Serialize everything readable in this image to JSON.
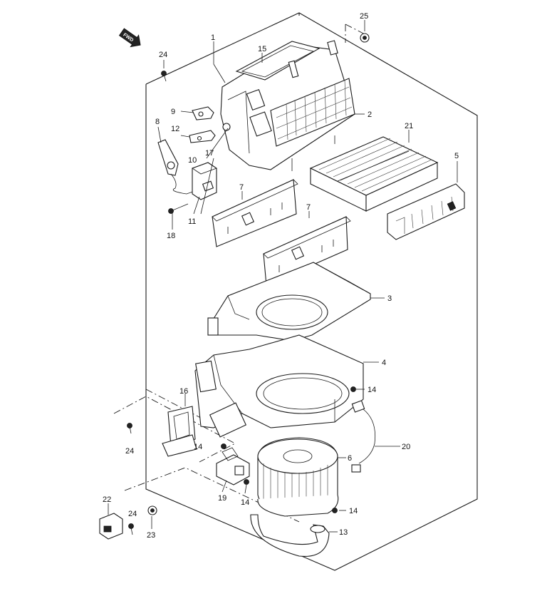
{
  "direction_badge": {
    "label": "FWD"
  },
  "callouts": {
    "c1": "1",
    "c2": "2",
    "c3": "3",
    "c4": "4",
    "c5": "5",
    "c6": "6",
    "c7a": "7",
    "c7b": "7",
    "c8": "8",
    "c9": "9",
    "c10": "10",
    "c11": "11",
    "c12": "12",
    "c13": "13",
    "c14a": "14",
    "c14b": "14",
    "c14c": "14",
    "c14d": "14",
    "c15": "15",
    "c16": "16",
    "c17": "17",
    "c18": "18",
    "c19": "19",
    "c20": "20",
    "c21": "21",
    "c22": "22",
    "c23": "23",
    "c24a": "24",
    "c24b": "24",
    "c24c": "24",
    "c25": "25"
  }
}
